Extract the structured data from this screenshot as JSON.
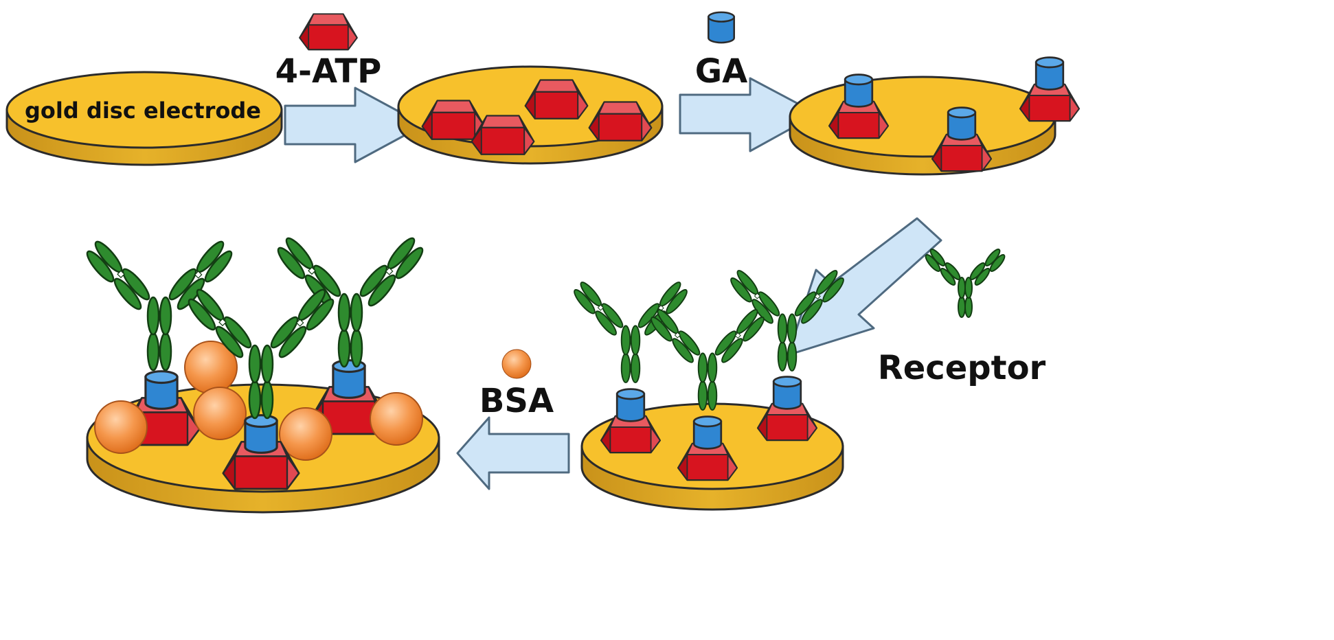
{
  "labels": {
    "electrode": "gold disc electrode",
    "atp": "4-ATP",
    "ga": "GA",
    "receptor": "Receptor",
    "bsa": "BSA"
  },
  "colors": {
    "gold_top": "#F7C12C",
    "gold_side": "#D8A21C",
    "outline": "#2b2b2b",
    "atp_red": "#D7141F",
    "atp_red_side": "#E24A52",
    "ga_blue": "#2F86D2",
    "ga_blue_top": "#5BA8E8",
    "antibody_green": "#2E8B2E",
    "bsa_orange": "#F08A3C",
    "arrow_fill": "#CFE5F7",
    "arrow_stroke": "#4F6A80"
  }
}
